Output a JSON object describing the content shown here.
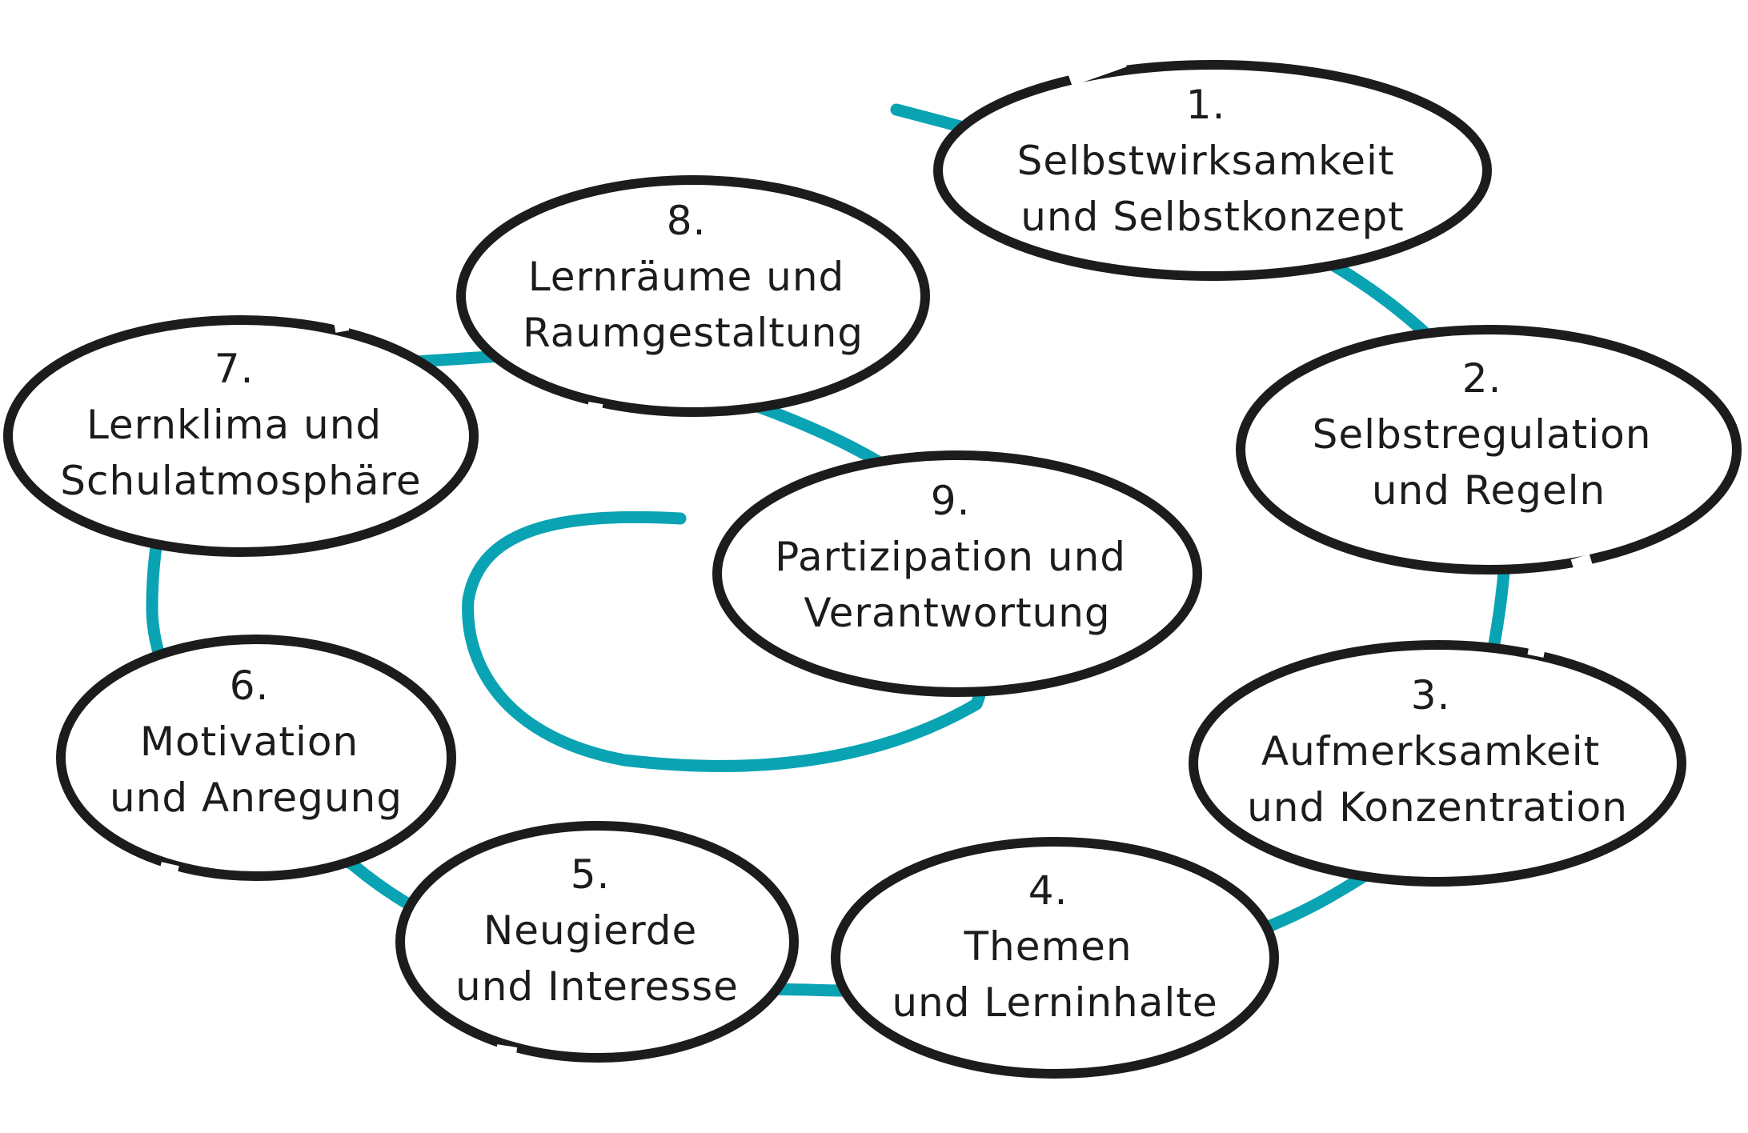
{
  "colors": {
    "spiral": "#0aa3b3",
    "ring": "#1c1c1c",
    "text": "#1c1c1c",
    "background": "#ffffff"
  },
  "nodes": [
    {
      "number": "1.",
      "line1": "Selbstwirksamkeit",
      "line2": "und Selbstkonzept"
    },
    {
      "number": "2.",
      "line1": "Selbstregulation",
      "line2": "und Regeln"
    },
    {
      "number": "3.",
      "line1": "Aufmerksamkeit",
      "line2": "und Konzentration"
    },
    {
      "number": "4.",
      "line1": "Themen",
      "line2": "und Lerninhalte"
    },
    {
      "number": "5.",
      "line1": "Neugierde",
      "line2": "und Interesse"
    },
    {
      "number": "6.",
      "line1": "Motivation",
      "line2": "und Anregung"
    },
    {
      "number": "7.",
      "line1": "Lernklima und",
      "line2": "Schulatmosphäre"
    },
    {
      "number": "8.",
      "line1": "Lernräume und",
      "line2": "Raumgestaltung"
    },
    {
      "number": "9.",
      "line1": "Partizipation und",
      "line2": "Verantwortung"
    }
  ]
}
